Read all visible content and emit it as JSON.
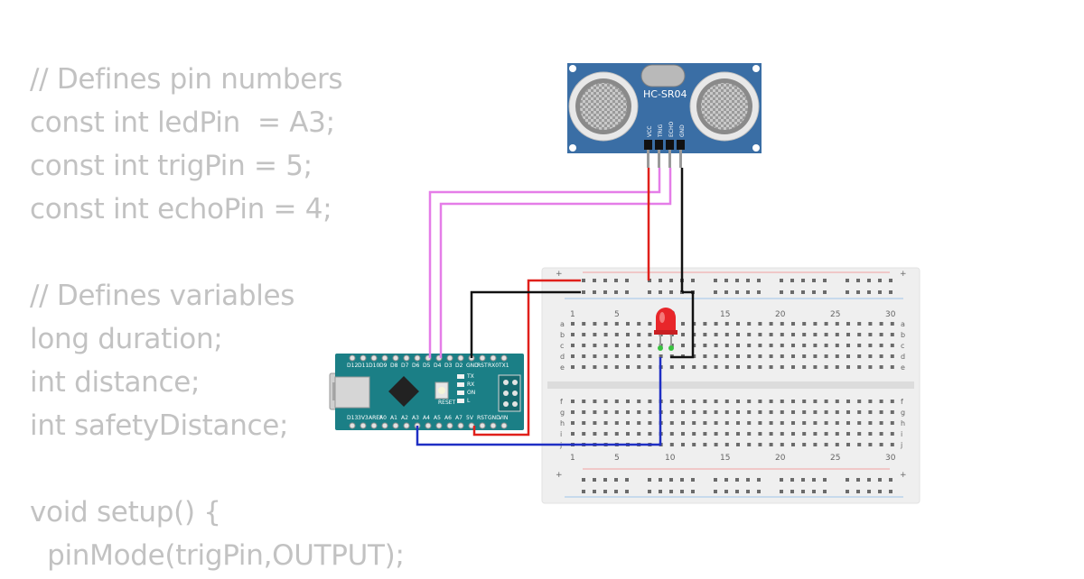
{
  "code": {
    "lines": [
      "// Defines pin numbers",
      "const int ledPin  = A3;",
      "const int trigPin = 5;",
      "const int echoPin = 4;",
      "",
      "// Defines variables",
      "long duration;",
      "int distance;",
      "int safetyDistance;",
      "",
      "void setup() {",
      "  pinMode(trigPin,OUTPUT);"
    ]
  },
  "sensor": {
    "model": "HC-SR04",
    "pins": [
      "VCC",
      "TRIG",
      "ECHO",
      "GND"
    ]
  },
  "arduino": {
    "top_pins": [
      "D12",
      "D11",
      "D10",
      "D9",
      "D8",
      "D7",
      "D6",
      "D5",
      "D4",
      "D3",
      "D2",
      "GND",
      "RST",
      "RX0",
      "TX1"
    ],
    "bottom_pins": [
      "D13",
      "3V3",
      "AREF",
      "A0",
      "A1",
      "A2",
      "A3",
      "A4",
      "A5",
      "A6",
      "A7",
      "5V",
      "RST",
      "GND",
      "VIN"
    ],
    "leds": [
      "TX",
      "RX",
      "ON",
      "L"
    ],
    "reset_label": "RESET"
  },
  "breadboard": {
    "column_numbers": [
      "1",
      "5",
      "10",
      "15",
      "20",
      "25",
      "30"
    ],
    "rows_top": [
      "a",
      "b",
      "c",
      "d",
      "e"
    ],
    "rows_bottom": [
      "f",
      "g",
      "h",
      "i",
      "j"
    ],
    "rail_plus": "+",
    "rail_minus": "-"
  },
  "colors": {
    "sensor_board": "#3a6ea5",
    "arduino_board": "#1b7f86",
    "wire_red": "#e0201b",
    "wire_black": "#111111",
    "wire_pink": "#e57de8",
    "wire_blue": "#1f2fc4",
    "led_red": "#e8262a"
  }
}
